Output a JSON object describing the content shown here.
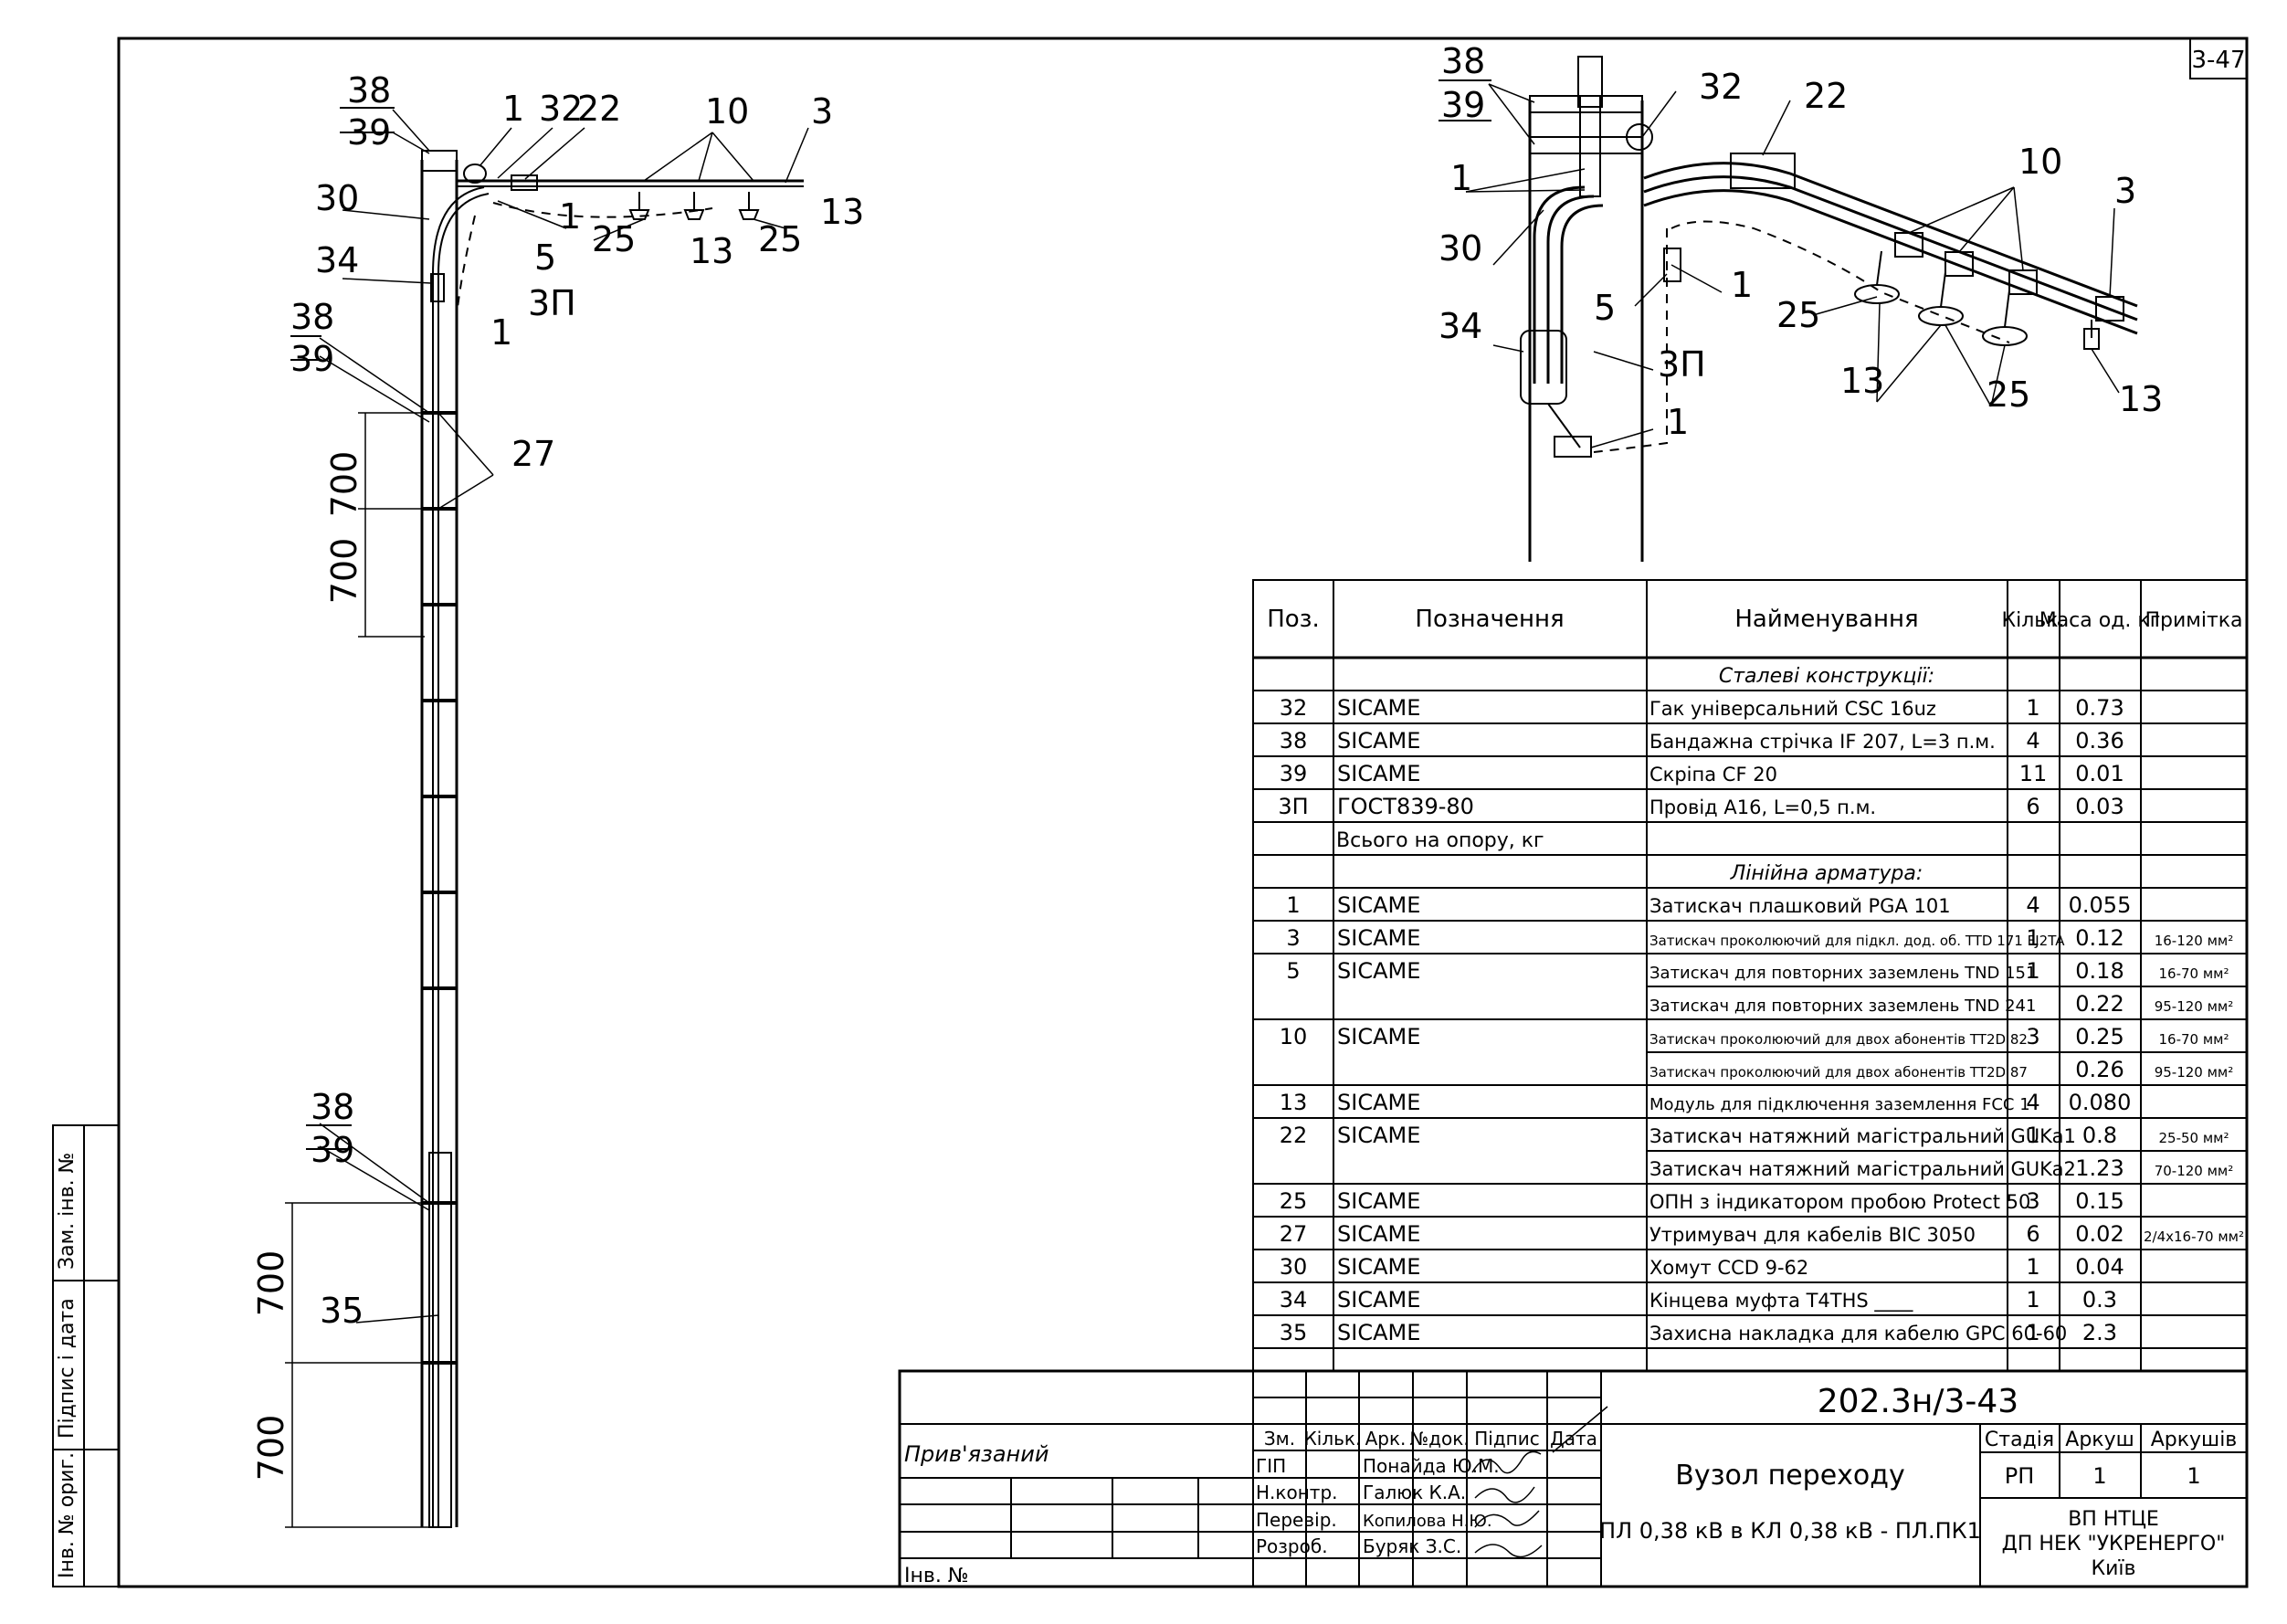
{
  "sheet": {
    "number": "3-47"
  },
  "left_drawing": {
    "callouts_top": [
      "38",
      "39",
      "1",
      "32",
      "22",
      "10",
      "3"
    ],
    "callouts_mid": [
      "30",
      "34",
      "1",
      "5",
      "3П",
      "25",
      "13",
      "25",
      "13",
      "1"
    ],
    "callouts_band": [
      "38",
      "39",
      "27"
    ],
    "callouts_lower": [
      "38",
      "39",
      "35"
    ],
    "dims_upper": [
      "700",
      "700"
    ],
    "dims_lower": [
      "700",
      "700"
    ]
  },
  "right_drawing": {
    "callouts": [
      "38",
      "39",
      "32",
      "22",
      "1",
      "10",
      "3",
      "30",
      "5",
      "1",
      "25",
      "34",
      "3П",
      "13",
      "25",
      "13",
      "1"
    ]
  },
  "spec_table": {
    "headers": [
      "Поз.",
      "Позначення",
      "Найменування",
      "Кільк.",
      "Маса од. кг",
      "Примітка"
    ],
    "section_steel": "Сталеві конструкції:",
    "section_fittings": "Лінійна арматура:",
    "total_label": "Всього на опору, кг",
    "steel_rows": [
      {
        "pos": "32",
        "code": "SICAME",
        "name": "Гак універсальний CSC 16uz",
        "qty": "1",
        "mass": "0.73",
        "note": ""
      },
      {
        "pos": "38",
        "code": "SICAME",
        "name": "Бандажна стрічка IF 207, L=3 п.м.",
        "qty": "4",
        "mass": "0.36",
        "note": ""
      },
      {
        "pos": "39",
        "code": "SICAME",
        "name": "Скріпа CF 20",
        "qty": "11",
        "mass": "0.01",
        "note": ""
      },
      {
        "pos": "3П",
        "code": "ГОСТ839-80",
        "name": "Провід А16, L=0,5 п.м.",
        "qty": "6",
        "mass": "0.03",
        "note": ""
      }
    ],
    "fitting_rows": [
      {
        "pos": "1",
        "code": "SICAME",
        "name": "Затискач плашковий PGA 101",
        "qty": "4",
        "mass": "0.055",
        "note": ""
      },
      {
        "pos": "3",
        "code": "SICAME",
        "name": "Затискач проколюючий для підкл. дод. об. TTD 171 FJ2TA",
        "qty": "1",
        "mass": "0.12",
        "note": "16-120 мм²"
      },
      {
        "pos": "5",
        "code": "SICAME",
        "name": "Затискач для повторних заземлень TND 151",
        "qty": "1",
        "mass": "0.18",
        "note": "16-70 мм²"
      },
      {
        "pos": "",
        "code": "",
        "name": "Затискач для повторних заземлень TND 241",
        "qty": "",
        "mass": "0.22",
        "note": "95-120 мм²"
      },
      {
        "pos": "10",
        "code": "SICAME",
        "name": "Затискач проколюючий для двох абонентів TT2D 82",
        "qty": "3",
        "mass": "0.25",
        "note": "16-70 мм²"
      },
      {
        "pos": "",
        "code": "",
        "name": "Затискач проколюючий для двох абонентів TT2D 87",
        "qty": "",
        "mass": "0.26",
        "note": "95-120 мм²"
      },
      {
        "pos": "13",
        "code": "SICAME",
        "name": "Модуль для підключення заземлення FCC 1",
        "qty": "4",
        "mass": "0.080",
        "note": ""
      },
      {
        "pos": "22",
        "code": "SICAME",
        "name": "Затискач натяжний магістральний GUKa1",
        "qty": "1",
        "mass": "0.8",
        "note": "25-50 мм²"
      },
      {
        "pos": "",
        "code": "",
        "name": "Затискач натяжний магістральний GUKa2",
        "qty": "",
        "mass": "1.23",
        "note": "70-120 мм²"
      },
      {
        "pos": "25",
        "code": "SICAME",
        "name": "ОПН з індикатором пробою Protect 50",
        "qty": "3",
        "mass": "0.15",
        "note": ""
      },
      {
        "pos": "27",
        "code": "SICAME",
        "name": "Утримувач для кабелів BIC 3050",
        "qty": "6",
        "mass": "0.02",
        "note": "2/4x16-70 мм²"
      },
      {
        "pos": "30",
        "code": "SICAME",
        "name": "Хомут CCD 9-62",
        "qty": "1",
        "mass": "0.04",
        "note": ""
      },
      {
        "pos": "34",
        "code": "SICAME",
        "name": "Кінцева муфта T4THS ____",
        "qty": "1",
        "mass": "0.3",
        "note": ""
      },
      {
        "pos": "35",
        "code": "SICAME",
        "name": "Захисна накладка для кабелю GPC 60-60",
        "qty": "1",
        "mass": "2.3",
        "note": ""
      }
    ]
  },
  "title_block": {
    "doc_code": "202.3н/3-43",
    "attached_label": "Прив'язаний",
    "inv_label": "Інв. №",
    "rev_headers": [
      "Зм.",
      "Кільк.",
      "Арк.",
      "№док.",
      "Підпис",
      "Дата"
    ],
    "staff": [
      {
        "role": "ГІП",
        "name": "Понайда Ю.М."
      },
      {
        "role": "Н.контр.",
        "name": "Галюк К.А."
      },
      {
        "role": "Перевір.",
        "name": "Копилова Н.Ю."
      },
      {
        "role": "Розроб.",
        "name": "Буряк З.С."
      }
    ],
    "title_line1": "Вузол переходу",
    "title_line2": "ПЛ 0,38 кВ в КЛ 0,38 кВ - ПЛ.ПК1",
    "stage_header": "Стадія",
    "sheet_header": "Аркуш",
    "sheets_header": "Аркушів",
    "stage": "РП",
    "sheet": "1",
    "sheets": "1",
    "org1": "ВП НТЦЕ",
    "org2": "ДП НЕК \"УКРЕНЕРГО\"",
    "city": "Київ"
  },
  "side_stamp": {
    "labels": [
      "Зам. інв. №",
      "Підпис і дата",
      "Інв. № ориг."
    ]
  }
}
